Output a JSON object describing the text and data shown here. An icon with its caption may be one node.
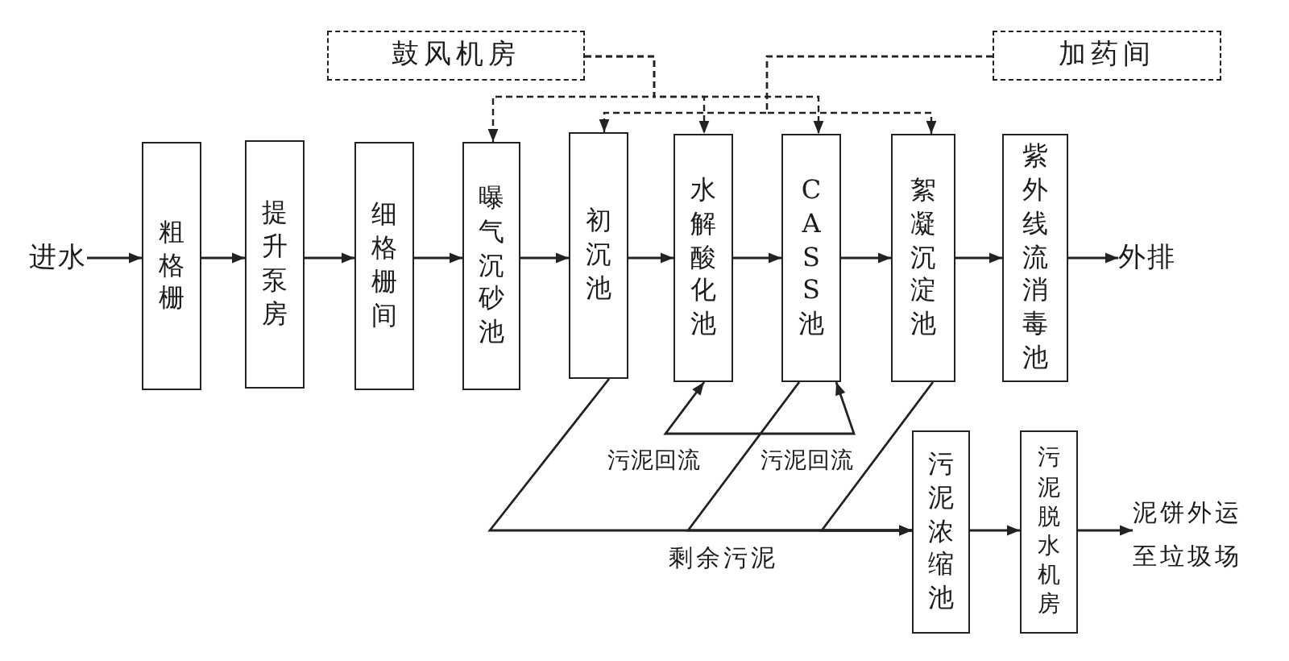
{
  "diagram": {
    "nodes": [
      {
        "text": [
          "鼓风机房"
        ]
      },
      {
        "text": [
          "加药间"
        ]
      },
      {
        "text": [
          "进水"
        ]
      },
      {
        "text": [
          "粗格栅"
        ]
      },
      {
        "text": [
          "提升泵房"
        ]
      },
      {
        "text": [
          "细格栅间"
        ]
      },
      {
        "text": [
          "曝气沉砂池"
        ]
      },
      {
        "text": [
          "初沉池"
        ]
      },
      {
        "text": [
          "水解酸化池"
        ]
      },
      {
        "text": [
          "CASS 池"
        ]
      },
      {
        "text": [
          "絮凝沉淀池"
        ]
      },
      {
        "text": [
          "紫外线流消毒池"
        ]
      },
      {
        "text": [
          "外排"
        ]
      },
      {
        "text": [
          "污泥浓缩池"
        ]
      },
      {
        "text": [
          "污泥脱水机房"
        ]
      },
      {
        "text": [
          "泥饼外运至垃圾场"
        ]
      }
    ],
    "edges": [
      {
        "from": 2,
        "to": 3,
        "arrow": "to"
      },
      {
        "from": 3,
        "to": 4,
        "arrow": "to"
      },
      {
        "from": 4,
        "to": 5,
        "arrow": "to"
      },
      {
        "from": 5,
        "to": 6,
        "arrow": "to"
      },
      {
        "from": 6,
        "to": 7,
        "arrow": "to"
      },
      {
        "from": 7,
        "to": 8,
        "arrow": "to"
      },
      {
        "from": 8,
        "to": 9,
        "arrow": "to"
      },
      {
        "from": 9,
        "to": 10,
        "arrow": "to"
      },
      {
        "from": 10,
        "to": 11,
        "arrow": "to"
      },
      {
        "from": 11,
        "to": 12,
        "arrow": "to"
      },
      {
        "from": 0,
        "to": 6,
        "arrow": "to",
        "style": "dashed"
      },
      {
        "from": 0,
        "to": 8,
        "arrow": "to",
        "style": "dashed"
      },
      {
        "from": 0,
        "to": 9,
        "arrow": "to",
        "style": "dashed"
      },
      {
        "from": 1,
        "to": 7,
        "arrow": "to",
        "style": "dashed"
      },
      {
        "from": 1,
        "to": 10,
        "arrow": "to",
        "style": "dashed"
      },
      {
        "from": 7,
        "to": 13,
        "arrow": "to",
        "label": "剩余污泥"
      },
      {
        "from": 9,
        "to": 13,
        "arrow": "to"
      },
      {
        "from": 10,
        "to": 13,
        "arrow": "to"
      },
      {
        "from": null,
        "to": 8,
        "arrow": "to",
        "label": "污泥回流"
      },
      {
        "from": null,
        "to": 9,
        "arrow": "to",
        "label": "污泥回流"
      },
      {
        "from": 13,
        "to": 14,
        "arrow": "to"
      },
      {
        "from": 14,
        "to": 15,
        "arrow": "to"
      }
    ]
  }
}
